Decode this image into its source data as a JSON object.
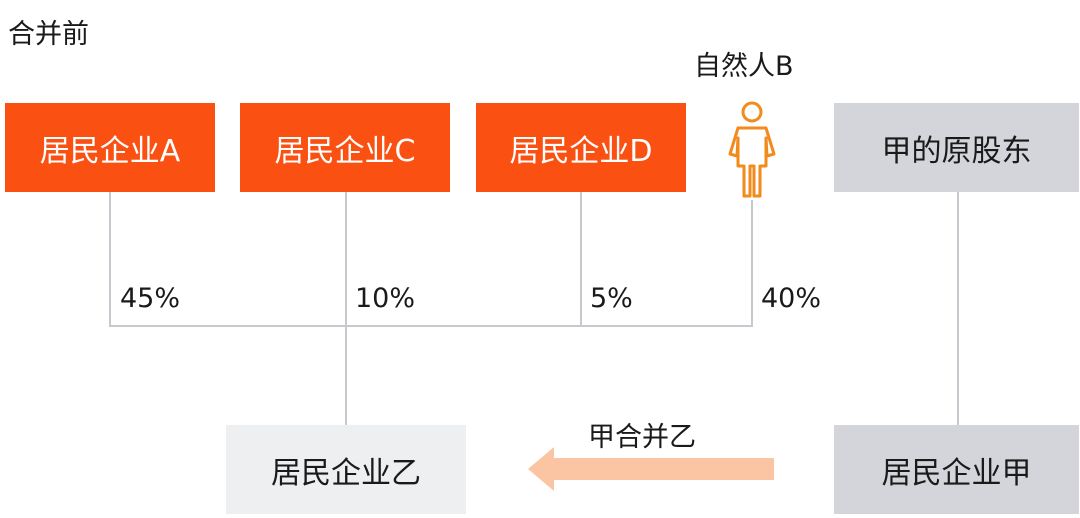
{
  "title": "合并前",
  "colors": {
    "enterprise": "#fa5012",
    "shareholder": "#d4d5da",
    "target": "#eeeff1",
    "arrow": "#fbc5a3",
    "person_icon": "#f28a1c",
    "line": "#c8c8ce"
  },
  "shareholders": [
    {
      "label": "居民企业A",
      "share": "45%"
    },
    {
      "label": "居民企业C",
      "share": "10%"
    },
    {
      "label": "居民企业D",
      "share": "5%"
    },
    {
      "label": "自然人B",
      "share": "40%",
      "icon": "person-icon"
    }
  ],
  "original_shareholders": "甲的原股东",
  "target_company": "居民企业乙",
  "acquirer_company": "居民企业甲",
  "merge_label": "甲合并乙"
}
